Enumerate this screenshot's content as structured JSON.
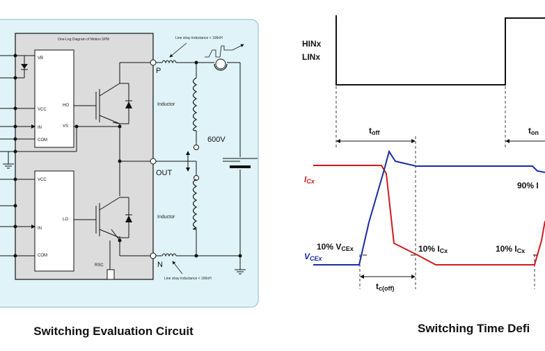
{
  "circuit": {
    "title": "One-Leg Diagram of Motion SPM",
    "stray_top": "Line stray inductance < 100nH",
    "stray_bottom": "Line stray inductance < 100nH",
    "pins_high": [
      "VB",
      "VCC",
      "IN",
      "COM",
      "HO",
      "VS"
    ],
    "pins_low": [
      "VCC",
      "IN",
      "COM",
      "LO"
    ],
    "node_p": "P",
    "node_out": "OUT",
    "node_n": "N",
    "rsc": "RSC",
    "inductor_top": "Inductor",
    "inductor_bottom": "Inductor",
    "voltage": "600V"
  },
  "waveform": {
    "hin_label": "HINx",
    "lin_label": "LINx",
    "toff": "t",
    "toff_sub": "off",
    "ton": "t",
    "ton_sub": "on",
    "ic_label": "I",
    "ic_sub": "Cx",
    "vce_label": "V",
    "vce_sub": "CEx",
    "pct90": "90% I",
    "pct10_vce": "10% V",
    "pct10_vce_sub": "CEx",
    "pct10_ic1": "10% I",
    "pct10_ic1_sub": "Cx",
    "pct10_ic2": "10% I",
    "pct10_ic2_sub": "Cx",
    "tcoff": "t",
    "tcoff_sub": "c(off)"
  },
  "captions": {
    "left": "Switching Evaluation Circuit",
    "right": "Switching Time Defi"
  },
  "colors": {
    "panel_bg": "#dff3f8",
    "module_bg": "#dcdcdc",
    "ic_trace": "#d01a1a",
    "vce_trace": "#1a2aa0"
  }
}
